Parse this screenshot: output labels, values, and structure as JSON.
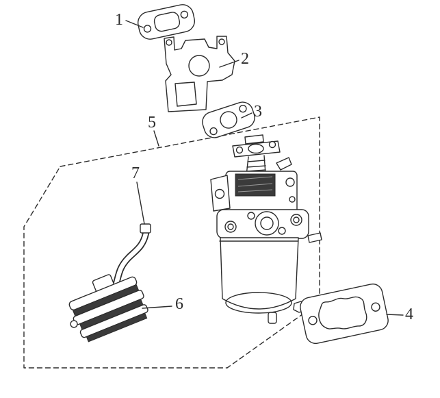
{
  "diagram": {
    "type": "exploded-parts-diagram",
    "colors": {
      "background": "#ffffff",
      "line": "#2b2b2b",
      "dark_fill": "#3b3b3b"
    },
    "parts": [
      {
        "label": "1"
      },
      {
        "label": "2"
      },
      {
        "label": "3"
      },
      {
        "label": "4"
      },
      {
        "label": "5"
      },
      {
        "label": "6"
      },
      {
        "label": "7"
      }
    ]
  }
}
